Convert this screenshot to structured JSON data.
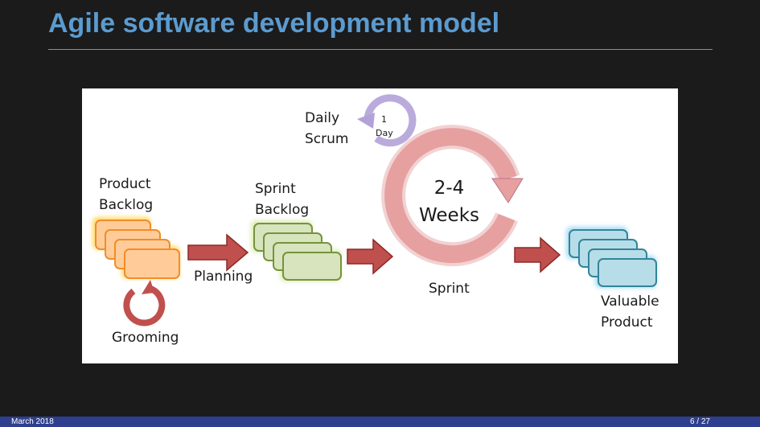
{
  "slide": {
    "title": "Agile software development model"
  },
  "diagram": {
    "product_backlog": "Product\nBacklog",
    "grooming": "Grooming",
    "planning": "Planning",
    "sprint_backlog": "Sprint\nBacklog",
    "daily_scrum": "Daily\nScrum",
    "day_count": "1",
    "day_unit": "Day",
    "sprint_length": "2-4\nWeeks",
    "sprint": "Sprint",
    "valuable_product": "Valuable\nProduct"
  },
  "colors": {
    "accent": "#5b9bd0",
    "footer": "#2e3f8f",
    "backlog_orange": "#ffcc99",
    "sprint_green": "#d7e4bd",
    "product_blue": "#b7dde8",
    "arrow_red": "#c0504d",
    "cycle_pink": "#e6a0a0",
    "daily_purple": "#b3a2d8"
  },
  "footer": {
    "date": "March 2018",
    "page": "6 / 27"
  }
}
